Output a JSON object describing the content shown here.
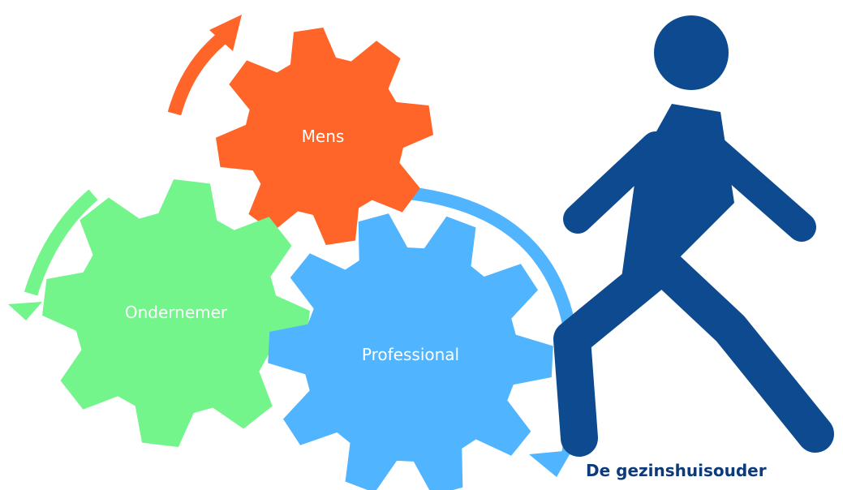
{
  "gears": {
    "mens": {
      "label": "Mens",
      "color": "#ff6428"
    },
    "ondernemer": {
      "label": "Ondernemer",
      "color": "#73f58c"
    },
    "professional": {
      "label": "Professional",
      "color": "#50b4ff"
    }
  },
  "arrows": {
    "mens_color": "#ff6428",
    "ondernemer_color": "#73f58c",
    "professional_color": "#50b4ff"
  },
  "person": {
    "color": "#0d4a8f",
    "icon": "walking-person-icon"
  },
  "caption": {
    "text": "De gezinshuisouder",
    "color": "#0d3b7a"
  }
}
